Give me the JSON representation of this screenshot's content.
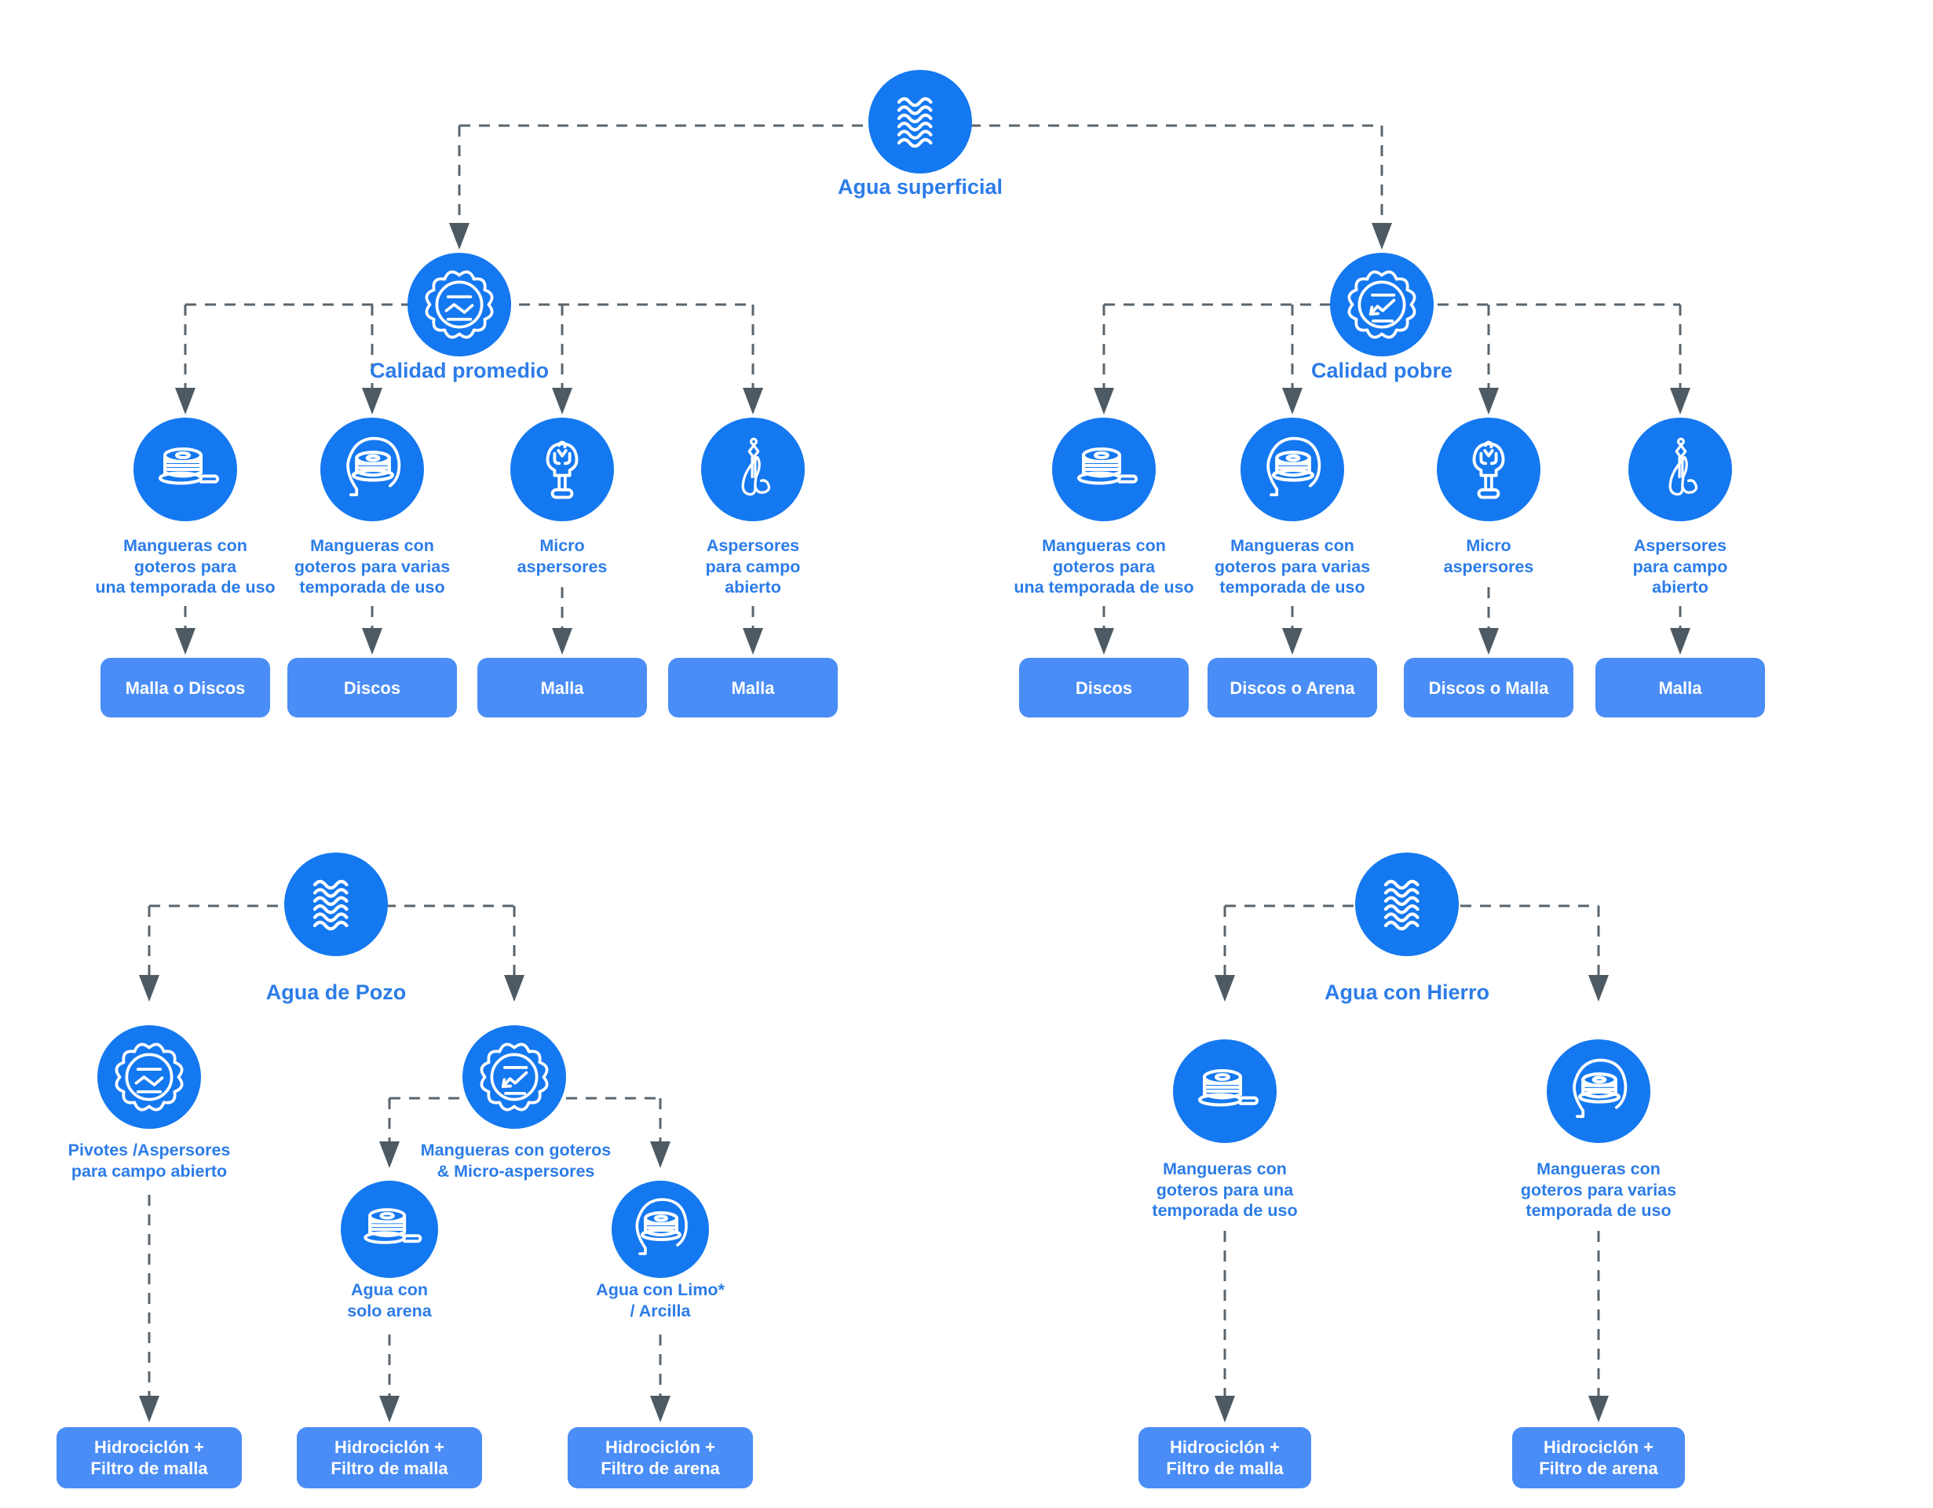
{
  "colors": {
    "node_circle": "#1478f0",
    "result_box": "#4a8df6",
    "label_text": "#2c7ce8",
    "connector": "#5a646c",
    "arrowhead": "#4e5a63",
    "background": "#ffffff"
  },
  "t1": {
    "root": {
      "label": "Agua superficial",
      "icon": "water-waves-icon"
    },
    "left": {
      "label": "Calidad promedio",
      "icon": "quality-average-badge-icon",
      "children": [
        {
          "label": "Mangueras con\ngoteros para\nuna temporada de uso",
          "icon": "drip-tape-reel-icon",
          "result": "Malla o Discos"
        },
        {
          "label": "Mangueras con\ngoteros para varias\ntemporada de uso",
          "icon": "drip-tape-reel-loop-icon",
          "result": "Discos"
        },
        {
          "label": "Micro\naspersores",
          "icon": "micro-sprinkler-icon",
          "result": "Malla"
        },
        {
          "label": "Aspersores\npara campo\nabierto",
          "icon": "field-sprinkler-icon",
          "result": "Malla"
        }
      ]
    },
    "right": {
      "label": "Calidad pobre",
      "icon": "quality-poor-badge-icon",
      "children": [
        {
          "label": "Mangueras con\ngoteros para\nuna temporada de uso",
          "icon": "drip-tape-reel-icon",
          "result": "Discos"
        },
        {
          "label": "Mangueras con\ngoteros para varias\ntemporada de uso",
          "icon": "drip-tape-reel-loop-icon",
          "result": "Discos o Arena"
        },
        {
          "label": "Micro\naspersores",
          "icon": "micro-sprinkler-icon",
          "result": "Discos o Malla"
        },
        {
          "label": "Aspersores\npara campo\nabierto",
          "icon": "field-sprinkler-icon",
          "result": "Malla"
        }
      ]
    }
  },
  "t2": {
    "root": {
      "label": "Agua de Pozo",
      "icon": "water-waves-icon"
    },
    "left": {
      "label": "Pivotes /Aspersores\npara campo abierto",
      "icon": "quality-average-badge-icon",
      "result": "Hidrociclón +\nFiltro de malla"
    },
    "right": {
      "label": "Mangueras con goteros\n& Micro-aspersores",
      "icon": "quality-poor-badge-icon",
      "children": [
        {
          "label": "Agua con\nsolo arena",
          "icon": "drip-tape-reel-icon",
          "result": "Hidrociclón +\nFiltro de malla"
        },
        {
          "label": "Agua con Limo*\n/ Arcilla",
          "icon": "drip-tape-reel-loop-icon",
          "result": "Hidrociclón +\nFiltro de arena"
        }
      ]
    }
  },
  "t3": {
    "root": {
      "label": "Agua con Hierro",
      "icon": "water-waves-icon"
    },
    "children": [
      {
        "label": "Mangueras con\ngoteros para una\ntemporada de uso",
        "icon": "drip-tape-reel-icon",
        "result": "Hidrociclón +\nFiltro de malla"
      },
      {
        "label": "Mangueras con\ngoteros para varias\ntemporada de uso",
        "icon": "drip-tape-reel-loop-icon",
        "result": "Hidrociclón +\nFiltro de arena"
      }
    ]
  }
}
